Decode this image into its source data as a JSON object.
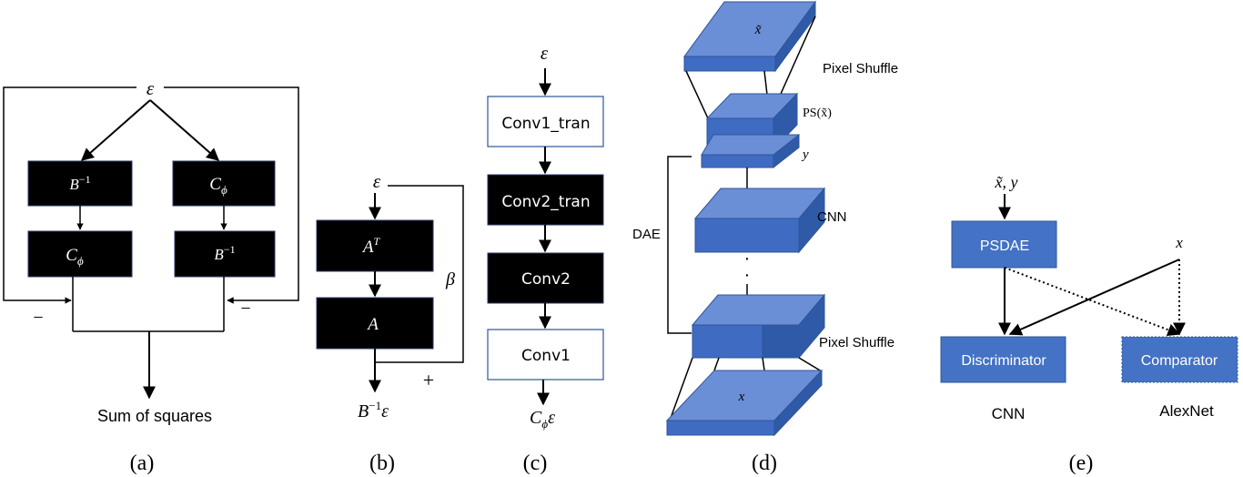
{
  "panel_a": {
    "epsilon": "ε",
    "left_top": "B",
    "left_top_sup": "−1",
    "left_bottom": "C",
    "left_bottom_sub": "ϕ",
    "right_top": "C",
    "right_top_sub": "ϕ",
    "right_bottom": "B",
    "right_bottom_sup": "−1",
    "minus_left": "−",
    "minus_right": "−",
    "output": "Sum of squares",
    "caption": "(a)"
  },
  "panel_b": {
    "epsilon": "ε",
    "top_box": "A",
    "top_box_sup": "T",
    "bottom_box": "A",
    "beta": "β",
    "plus": "+",
    "output_base": "B",
    "output_sup": "−1",
    "output_eps": "ε",
    "caption": "(b)"
  },
  "panel_c": {
    "epsilon": "ε",
    "layers": [
      "Conv1_tran",
      "Conv2_tran",
      "Conv2",
      "Conv1"
    ],
    "output_base": "C",
    "output_sub": "ϕ",
    "output_eps": "ε",
    "caption": "(c)"
  },
  "panel_d": {
    "x_tilde": "x̃",
    "pixel_shuffle_top": "Pixel Shuffle",
    "ps_label": "PS(x̃)",
    "y_label": "y",
    "cnn_label": "CNN",
    "dae_label": "DAE",
    "dots": "·",
    "pixel_shuffle_bottom": "Pixel Shuffle",
    "x_label": "x",
    "caption": "(d)"
  },
  "panel_e": {
    "inputs": "x̃, y",
    "psdae": "PSDAE",
    "x_label": "x",
    "discriminator": "Discriminator",
    "comparator": "Comparator",
    "cnn_label": "CNN",
    "alexnet_label": "AlexNet",
    "caption": "(e)"
  }
}
